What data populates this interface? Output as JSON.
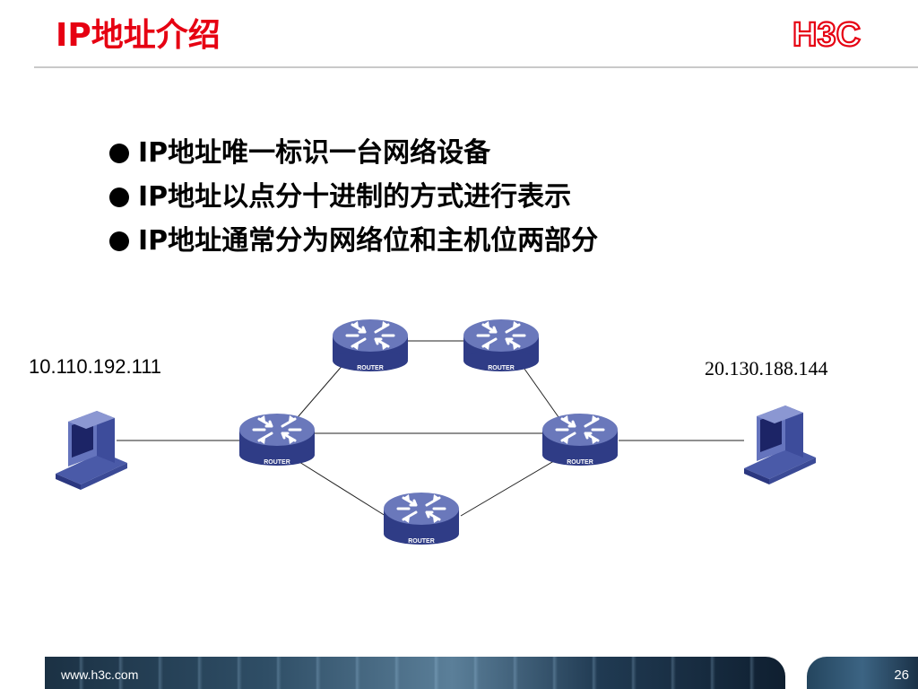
{
  "slide": {
    "title": "IP地址介绍",
    "logo_text": "H3C",
    "bullets": [
      "IP地址唯一标识一台网络设备",
      "IP地址以点分十进制的方式进行表示",
      "IP地址通常分为网络位和主机位两部分"
    ]
  },
  "diagram": {
    "left_host_ip": "10.110.192.111",
    "right_host_ip": "20.130.188.144",
    "router_label": "ROUTER",
    "icons": [
      "router-icon",
      "computer-icon"
    ]
  },
  "footer": {
    "url": "www.h3c.com",
    "page_number": "26"
  },
  "colors": {
    "title": "#e60012",
    "router": "#3f4e9e",
    "router_top": "#7784c4",
    "footer": "#2f4e66"
  }
}
